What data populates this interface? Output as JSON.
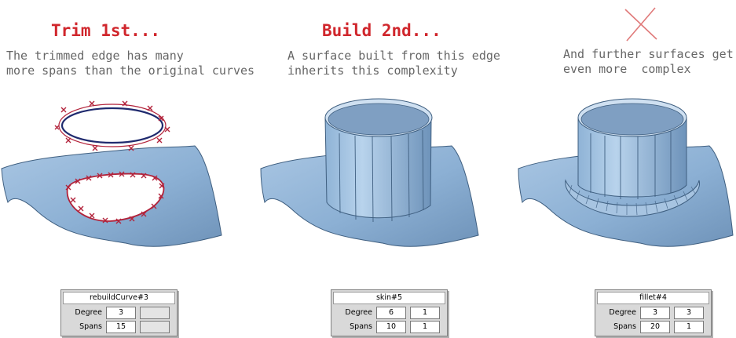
{
  "colors": {
    "heading": "#d0262c",
    "caption": "#666666",
    "surface": "#8fb4d8",
    "surface_edge": "#3f5f80",
    "curve_dark": "#1f2a6e",
    "curve_red": "#b2223a",
    "cross_mark": "#e07a7a"
  },
  "panels": [
    {
      "heading": "Trim 1st...",
      "caption_lines": [
        "The trimmed edge has many",
        "more spans than the original curves"
      ],
      "attributes": {
        "title": "rebuildCurve#3",
        "rows": [
          {
            "label": "Degree",
            "values": [
              "3",
              ""
            ]
          },
          {
            "label": "Spans",
            "values": [
              "15",
              ""
            ]
          }
        ]
      }
    },
    {
      "heading": "Build 2nd...",
      "caption_lines": [
        "A surface built from this edge",
        "inherits this complexity"
      ],
      "attributes": {
        "title": "skin#5",
        "rows": [
          {
            "label": "Degree",
            "values": [
              "6",
              "1"
            ]
          },
          {
            "label": "Spans",
            "values": [
              "10",
              "1"
            ]
          }
        ]
      }
    },
    {
      "heading": "",
      "caption_lines": [
        "And further surfaces get",
        "even more  complex"
      ],
      "attributes": {
        "title": "fillet#4",
        "rows": [
          {
            "label": "Degree",
            "values": [
              "3",
              "3"
            ]
          },
          {
            "label": "Spans",
            "values": [
              "20",
              "1"
            ]
          }
        ]
      }
    }
  ]
}
